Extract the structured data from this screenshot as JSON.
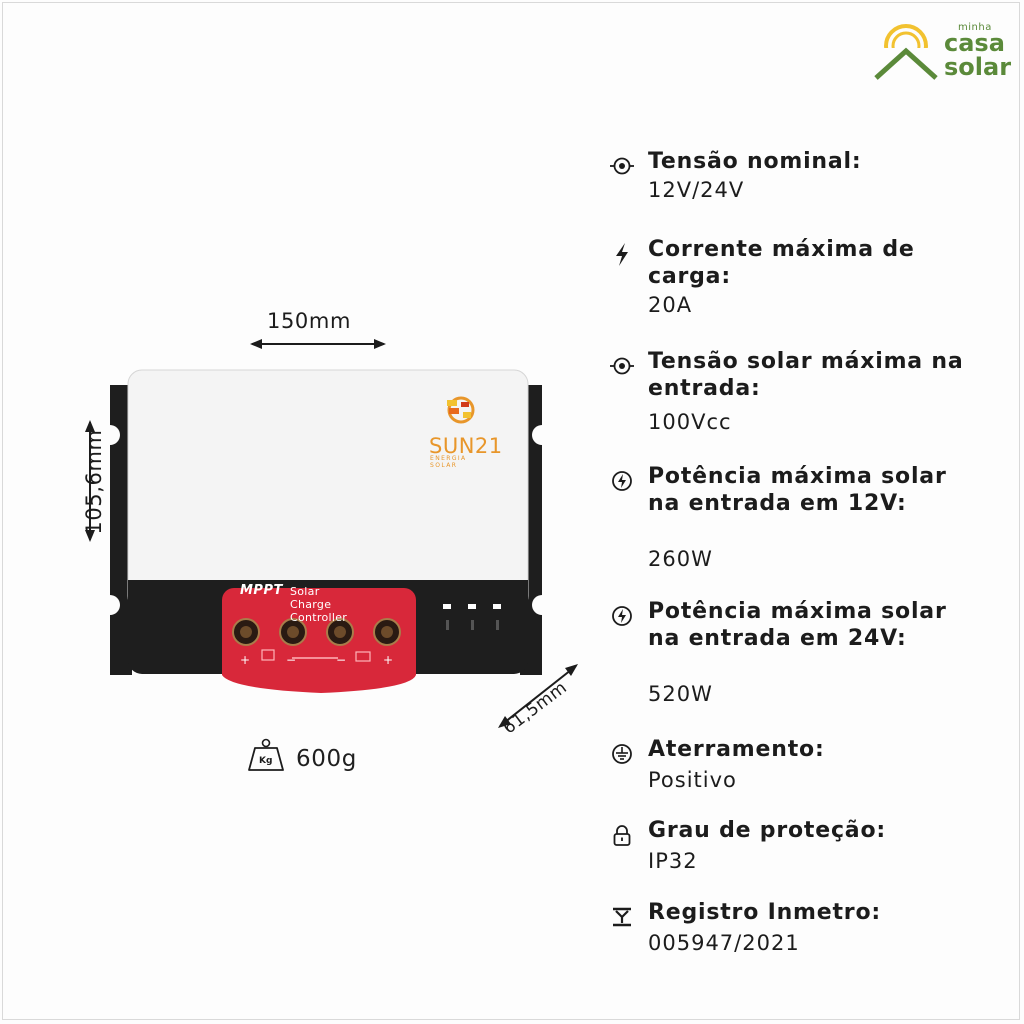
{
  "logo": {
    "line1": "minha",
    "line2": "casa",
    "line3": "solar",
    "colors": {
      "green": "#5b8a3a",
      "sun": "#f2c230"
    }
  },
  "product": {
    "model_label": "MPPT",
    "subtitle": "Solar Charge Controller",
    "brand": "SUN21",
    "brand_sub": "ENERGIA SOLAR",
    "colors": {
      "body": "#f4f4f4",
      "base": "#1e1e1e",
      "terminal": "#d8283a",
      "brand": "#e8962a"
    }
  },
  "dimensions": {
    "width": "150mm",
    "height": "105,6mm",
    "depth": "61,5mm",
    "weight": "600g",
    "weight_icon": "kg-weight-icon"
  },
  "specs": [
    {
      "icon": "voltage-gauge-icon",
      "title": "Tensão nominal:",
      "value": "12V/24V"
    },
    {
      "icon": "lightning-icon",
      "title": "Corrente máxima de carga:",
      "value": "20A"
    },
    {
      "icon": "voltage-gauge-icon",
      "title": "Tensão solar máxima na entrada:",
      "value": "100Vcc"
    },
    {
      "icon": "power-icon",
      "title": "Potência máxima solar na entrada em 12V:",
      "value": "260W"
    },
    {
      "icon": "power-icon",
      "title": "Potência máxima solar na entrada em 24V:",
      "value": "520W"
    },
    {
      "icon": "ground-icon",
      "title": "Aterramento:",
      "value": "Positivo"
    },
    {
      "icon": "lock-icon",
      "title": "Grau de proteção:",
      "value": "IP32"
    },
    {
      "icon": "inmetro-icon",
      "title": "Registro Inmetro:",
      "value": "005947/2021"
    }
  ]
}
